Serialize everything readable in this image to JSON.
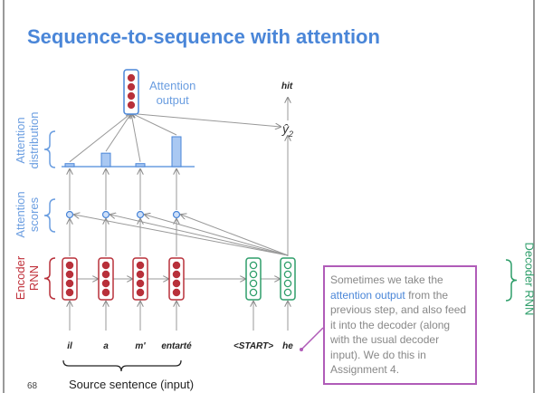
{
  "title": "Sequence-to-sequence with attention",
  "labels": {
    "attention_output": [
      "Attention",
      "output"
    ],
    "attention_distribution": [
      "Attention",
      "distribution"
    ],
    "attention_scores": [
      "Attention",
      "scores"
    ],
    "encoder_rnn": [
      "Encoder",
      "RNN"
    ],
    "decoder_rnn": "Decoder RNN",
    "source_sentence": "Source sentence (input)",
    "output_word": "hit",
    "prediction": "ŷ",
    "prediction_sub": "2"
  },
  "source_words": [
    "il",
    "a",
    "m'",
    "entarté"
  ],
  "decoder_inputs": [
    "<START>",
    "he"
  ],
  "attention_distribution_values": [
    0.1,
    0.45,
    0.1,
    1.0
  ],
  "callout": {
    "pre": "Sometimes we take the ",
    "highlight": "attention output",
    "post": " from the previous step, and also feed it into the decoder (along with the usual decoder input). We do this in Assignment 4."
  },
  "page_number": "68",
  "colors": {
    "title": "#4a86d8",
    "encoder": "#b8303a",
    "decoder": "#2e9e6a",
    "callout_border": "#b05cb8"
  }
}
